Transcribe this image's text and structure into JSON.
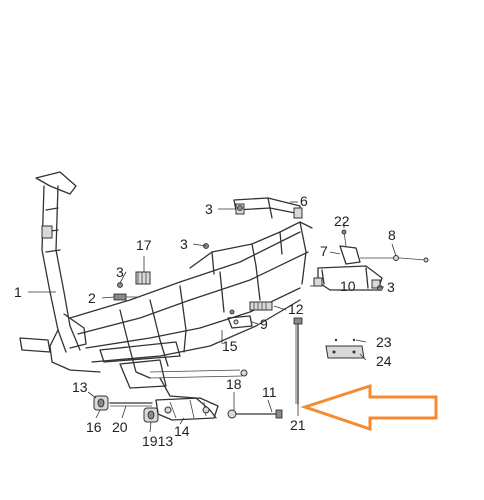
{
  "diagram": {
    "callouts": [
      "1",
      "2",
      "3",
      "3",
      "3",
      "3",
      "6",
      "7",
      "8",
      "9",
      "10",
      "11",
      "12",
      "13",
      "14",
      "15",
      "16",
      "17",
      "18",
      "1913",
      "20",
      "21",
      "22",
      "23",
      "24"
    ]
  },
  "colors": {
    "arrow": "#f58a2e",
    "line": "#333333",
    "background": "#ffffff"
  }
}
